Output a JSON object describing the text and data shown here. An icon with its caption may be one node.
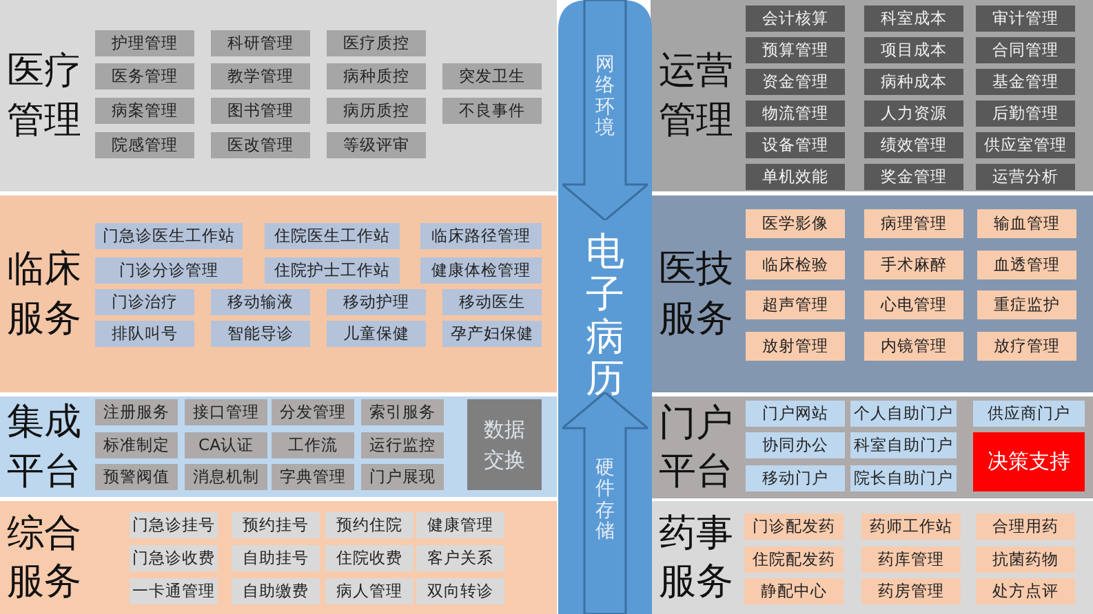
{
  "diagram": {
    "nodes": [
      {
        "text": [
          "医疗管理"
        ]
      },
      {
        "text": [
          "护理管理"
        ],
        "in": 0
      },
      {
        "text": [
          "科研管理"
        ],
        "in": 0
      },
      {
        "text": [
          "医疗质控"
        ],
        "in": 0
      },
      {
        "text": [
          "医务管理"
        ],
        "in": 0
      },
      {
        "text": [
          "教学管理"
        ],
        "in": 0
      },
      {
        "text": [
          "病种质控"
        ],
        "in": 0
      },
      {
        "text": [
          "突发卫生"
        ],
        "in": 0
      },
      {
        "text": [
          "病案管理"
        ],
        "in": 0
      },
      {
        "text": [
          "图书管理"
        ],
        "in": 0
      },
      {
        "text": [
          "病历质控"
        ],
        "in": 0
      },
      {
        "text": [
          "不良事件"
        ],
        "in": 0
      },
      {
        "text": [
          "院感管理"
        ],
        "in": 0
      },
      {
        "text": [
          "医改管理"
        ],
        "in": 0
      },
      {
        "text": [
          "等级评审"
        ],
        "in": 0
      },
      {
        "text": [
          "运营管理"
        ]
      },
      {
        "text": [
          "会计核算"
        ],
        "in": 15
      },
      {
        "text": [
          "科室成本"
        ],
        "in": 15
      },
      {
        "text": [
          "审计管理"
        ],
        "in": 15
      },
      {
        "text": [
          "预算管理"
        ],
        "in": 15
      },
      {
        "text": [
          "项目成本"
        ],
        "in": 15
      },
      {
        "text": [
          "合同管理"
        ],
        "in": 15
      },
      {
        "text": [
          "资金管理"
        ],
        "in": 15
      },
      {
        "text": [
          "病种成本"
        ],
        "in": 15
      },
      {
        "text": [
          "基金管理"
        ],
        "in": 15
      },
      {
        "text": [
          "物流管理"
        ],
        "in": 15
      },
      {
        "text": [
          "人力资源"
        ],
        "in": 15
      },
      {
        "text": [
          "后勤管理"
        ],
        "in": 15
      },
      {
        "text": [
          "设备管理"
        ],
        "in": 15
      },
      {
        "text": [
          "绩效管理"
        ],
        "in": 15
      },
      {
        "text": [
          "供应室管理"
        ],
        "in": 15
      },
      {
        "text": [
          "单机效能"
        ],
        "in": 15
      },
      {
        "text": [
          "奖金管理"
        ],
        "in": 15
      },
      {
        "text": [
          "运营分析"
        ],
        "in": 15
      },
      {
        "text": [
          "临床服务"
        ]
      },
      {
        "text": [
          "门急诊医生工作站"
        ],
        "in": 34
      },
      {
        "text": [
          "住院医生工作站"
        ],
        "in": 34
      },
      {
        "text": [
          "临床路径管理"
        ],
        "in": 34
      },
      {
        "text": [
          "门诊分诊管理"
        ],
        "in": 34
      },
      {
        "text": [
          "住院护士工作站"
        ],
        "in": 34
      },
      {
        "text": [
          "健康体检管理"
        ],
        "in": 34
      },
      {
        "text": [
          "门诊治疗"
        ],
        "in": 34
      },
      {
        "text": [
          "移动输液"
        ],
        "in": 34
      },
      {
        "text": [
          "移动护理"
        ],
        "in": 34
      },
      {
        "text": [
          "移动医生"
        ],
        "in": 34
      },
      {
        "text": [
          "排队叫号"
        ],
        "in": 34
      },
      {
        "text": [
          "智能导诊"
        ],
        "in": 34
      },
      {
        "text": [
          "儿童保健"
        ],
        "in": 34
      },
      {
        "text": [
          "孕产妇保健"
        ],
        "in": 34
      },
      {
        "text": [
          "医技服务"
        ]
      },
      {
        "text": [
          "医学影像"
        ],
        "in": 49
      },
      {
        "text": [
          "病理管理"
        ],
        "in": 49
      },
      {
        "text": [
          "输血管理"
        ],
        "in": 49
      },
      {
        "text": [
          "临床检验"
        ],
        "in": 49
      },
      {
        "text": [
          "手术麻醉"
        ],
        "in": 49
      },
      {
        "text": [
          "血透管理"
        ],
        "in": 49
      },
      {
        "text": [
          "超声管理"
        ],
        "in": 49
      },
      {
        "text": [
          "心电管理"
        ],
        "in": 49
      },
      {
        "text": [
          "重症监护"
        ],
        "in": 49
      },
      {
        "text": [
          "放射管理"
        ],
        "in": 49
      },
      {
        "text": [
          "内镜管理"
        ],
        "in": 49
      },
      {
        "text": [
          "放疗管理"
        ],
        "in": 49
      },
      {
        "text": [
          "集成平台"
        ]
      },
      {
        "text": [
          "注册服务"
        ],
        "in": 62
      },
      {
        "text": [
          "接口管理"
        ],
        "in": 62
      },
      {
        "text": [
          "分发管理"
        ],
        "in": 62
      },
      {
        "text": [
          "索引服务"
        ],
        "in": 62
      },
      {
        "text": [
          "数据交换"
        ],
        "in": 62
      },
      {
        "text": [
          "标准制定"
        ],
        "in": 62
      },
      {
        "text": [
          "CA认证"
        ],
        "in": 62
      },
      {
        "text": [
          "工作流"
        ],
        "in": 62
      },
      {
        "text": [
          "运行监控"
        ],
        "in": 62
      },
      {
        "text": [
          "预警阀值"
        ],
        "in": 62
      },
      {
        "text": [
          "消息机制"
        ],
        "in": 62
      },
      {
        "text": [
          "字典管理"
        ],
        "in": 62
      },
      {
        "text": [
          "门户展现"
        ],
        "in": 62
      },
      {
        "text": [
          "门户平台"
        ]
      },
      {
        "text": [
          "门户网站"
        ],
        "in": 76
      },
      {
        "text": [
          "个人自助门户"
        ],
        "in": 76
      },
      {
        "text": [
          "供应商门户"
        ],
        "in": 76
      },
      {
        "text": [
          "协同办公"
        ],
        "in": 76
      },
      {
        "text": [
          "科室自助门户"
        ],
        "in": 76
      },
      {
        "text": [
          "决策支持"
        ],
        "in": 76
      },
      {
        "text": [
          "移动门户"
        ],
        "in": 76
      },
      {
        "text": [
          "院长自助门户"
        ],
        "in": 76
      },
      {
        "text": [
          "综合服务"
        ]
      },
      {
        "text": [
          "门急诊挂号"
        ],
        "in": 85
      },
      {
        "text": [
          "预约挂号"
        ],
        "in": 85
      },
      {
        "text": [
          "预约住院"
        ],
        "in": 85
      },
      {
        "text": [
          "健康管理"
        ],
        "in": 85
      },
      {
        "text": [
          "门急诊收费"
        ],
        "in": 85
      },
      {
        "text": [
          "自助挂号"
        ],
        "in": 85
      },
      {
        "text": [
          "住院收费"
        ],
        "in": 85
      },
      {
        "text": [
          "客户关系"
        ],
        "in": 85
      },
      {
        "text": [
          "一卡通管理"
        ],
        "in": 85
      },
      {
        "text": [
          "自助缴费"
        ],
        "in": 85
      },
      {
        "text": [
          "病人管理"
        ],
        "in": 85
      },
      {
        "text": [
          "双向转诊"
        ],
        "in": 85
      },
      {
        "text": [
          "药事服务"
        ]
      },
      {
        "text": [
          "门诊配发药"
        ],
        "in": 98
      },
      {
        "text": [
          "药师工作站"
        ],
        "in": 98
      },
      {
        "text": [
          "合理用药"
        ],
        "in": 98
      },
      {
        "text": [
          "住院配发药"
        ],
        "in": 98
      },
      {
        "text": [
          "药库管理"
        ],
        "in": 98
      },
      {
        "text": [
          "抗菌药物"
        ],
        "in": 98
      },
      {
        "text": [
          "静配中心"
        ],
        "in": 98
      },
      {
        "text": [
          "药房管理"
        ],
        "in": 98
      },
      {
        "text": [
          "处方点评"
        ],
        "in": 98
      },
      {
        "text": [
          "电子病历"
        ]
      },
      {
        "text": [
          "网络环境"
        ],
        "in": 108
      },
      {
        "text": [
          "硬件存储"
        ],
        "in": 108
      }
    ]
  }
}
